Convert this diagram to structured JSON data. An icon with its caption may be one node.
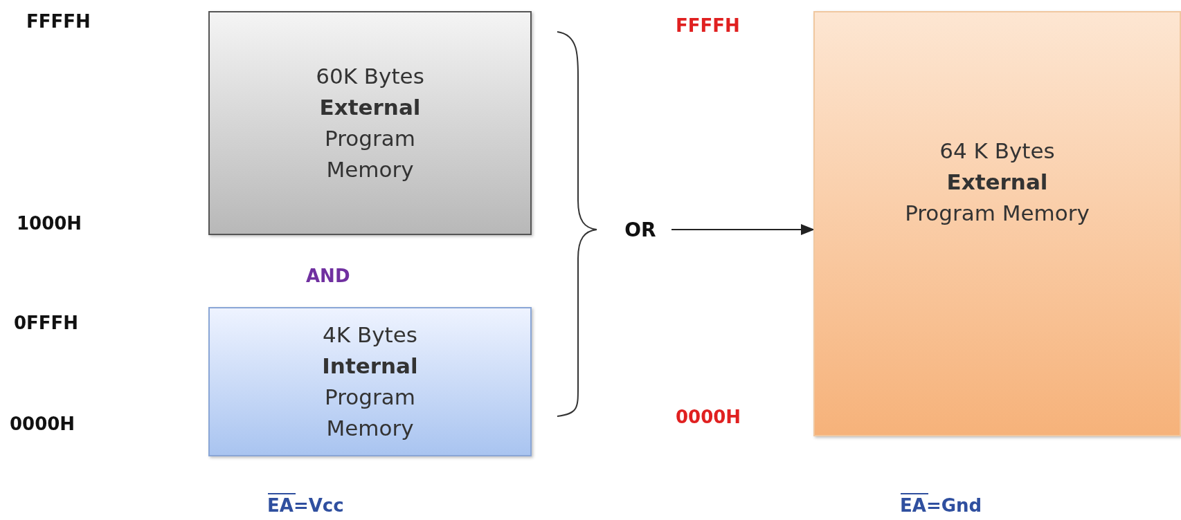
{
  "diagram": {
    "nodes": [
      {
        "text": [
          "60K Bytes",
          "External",
          "Program Memory"
        ]
      },
      {
        "text": [
          "4K Bytes",
          "Internal",
          "Program Memory"
        ]
      },
      {
        "text": [
          "64 K Bytes",
          "External",
          "Program Memory"
        ]
      },
      {
        "text": [
          "OR"
        ]
      }
    ],
    "edges": [
      {
        "from": 3,
        "to": 2,
        "arrow": "to"
      }
    ],
    "labels": [
      "FFFFH",
      "FFFFH",
      "1000H",
      "AND",
      "0FFFH",
      "0000H",
      "0000H",
      "EA=Vcc",
      "EA=Gnd"
    ]
  }
}
